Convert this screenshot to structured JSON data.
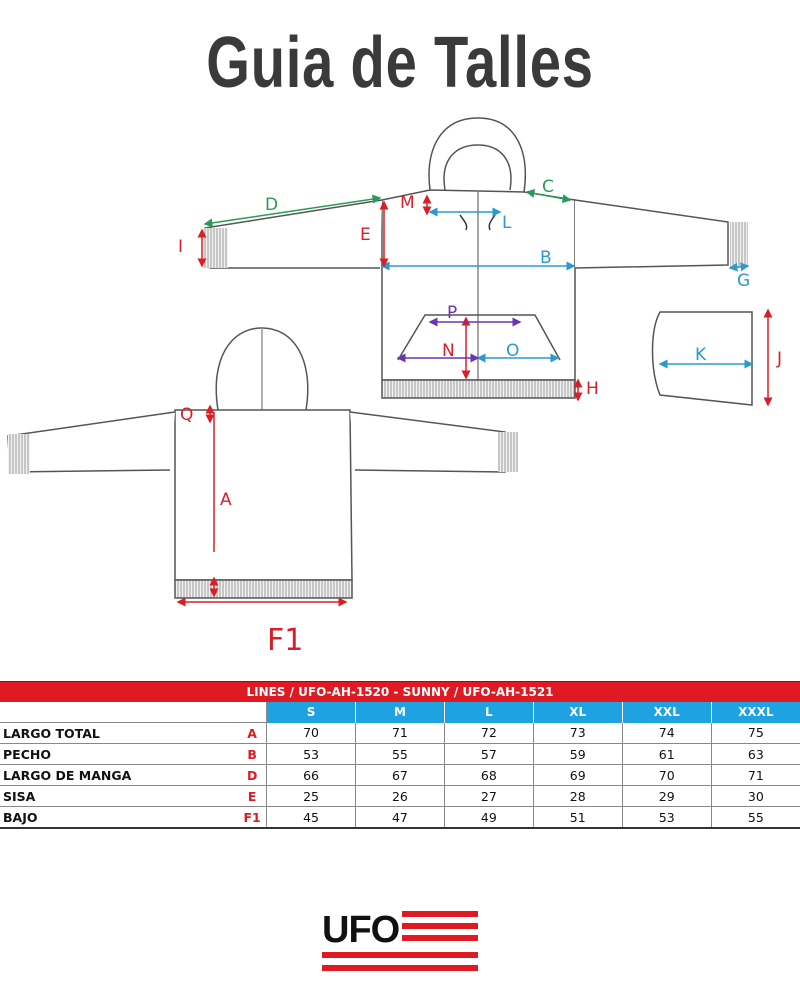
{
  "title": "Guia de Talles",
  "diagram": {
    "labels": {
      "A": "A",
      "B": "B",
      "C": "C",
      "D": "D",
      "E": "E",
      "F1": "F1",
      "G": "G",
      "H": "H",
      "I": "I",
      "J": "J",
      "K": "K",
      "L": "L",
      "M": "M",
      "N": "N",
      "O": "O",
      "P": "P",
      "Q": "Q"
    },
    "colors": {
      "green": "#2a9a5a",
      "blue": "#2a9ad0",
      "red": "#d81e26",
      "purple": "#6a35b0",
      "outline": "#555555"
    }
  },
  "table": {
    "header": "LINES /  UFO-AH-1520 - SUNNY / UFO-AH-1521",
    "sizes": [
      "S",
      "M",
      "L",
      "XL",
      "XXL",
      "XXXL"
    ],
    "rows": [
      {
        "name": "LARGO TOTAL",
        "code": "A",
        "values": [
          "70",
          "71",
          "72",
          "73",
          "74",
          "75"
        ]
      },
      {
        "name": "PECHO",
        "code": "B",
        "values": [
          "53",
          "55",
          "57",
          "59",
          "61",
          "63"
        ]
      },
      {
        "name": "LARGO DE MANGA",
        "code": "D",
        "values": [
          "66",
          "67",
          "68",
          "69",
          "70",
          "71"
        ]
      },
      {
        "name": "SISA",
        "code": "E",
        "values": [
          "25",
          "26",
          "27",
          "28",
          "29",
          "30"
        ]
      },
      {
        "name": "BAJO",
        "code": "F1",
        "values": [
          "45",
          "47",
          "49",
          "51",
          "53",
          "55"
        ]
      }
    ],
    "colors": {
      "header_red": "#e01a22",
      "size_blue": "#1ea2e2"
    }
  },
  "logo": {
    "text": "UFO",
    "color": "#e01a22"
  }
}
